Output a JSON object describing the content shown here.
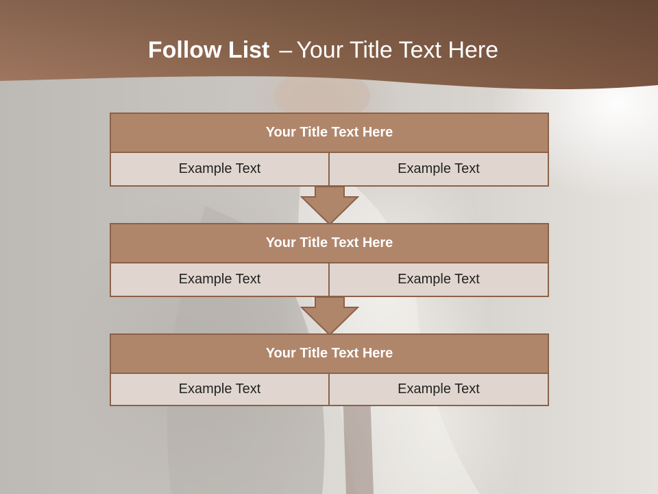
{
  "slide": {
    "title_bold": "Follow List",
    "title_separator": "–",
    "title_rest": "Your Title Text Here"
  },
  "blocks": [
    {
      "title": "Your Title Text Here",
      "left_text": "Example Text",
      "right_text": "Example Text"
    },
    {
      "title": "Your Title Text Here",
      "left_text": "Example Text",
      "right_text": "Example Text"
    },
    {
      "title": "Your Title Text Here",
      "left_text": "Example Text",
      "right_text": "Example Text"
    }
  ],
  "colors": {
    "header_band": "#8b6249",
    "block_title_fill": "#b0866b",
    "block_cell_fill": "#e1d6cf",
    "border": "#8a6148"
  },
  "icons": [
    "down-arrow-icon"
  ]
}
